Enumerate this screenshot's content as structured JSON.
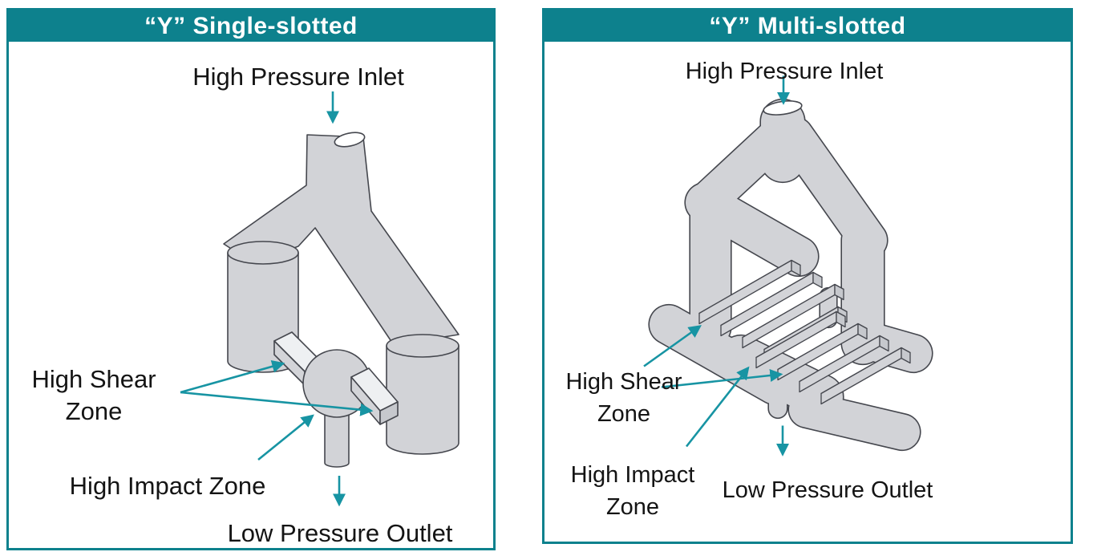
{
  "colors": {
    "teal_header": "#0D818D",
    "arrow_teal": "#1794A3",
    "shape_fill": "#D2D3D7",
    "shape_top_face": "#EEF0F2",
    "shape_outline": "#45474E"
  },
  "left_panel": {
    "title": "“Y” Single-slotted",
    "inlet_label": "High Pressure Inlet",
    "shear_label_line1": "High Shear",
    "shear_label_line2": "Zone",
    "impact_label": "High Impact Zone",
    "outlet_label": "Low Pressure Outlet"
  },
  "right_panel": {
    "title": "“Y” Multi-slotted",
    "inlet_label": "High Pressure Inlet",
    "shear_label_line1": "High Shear",
    "shear_label_line2": "Zone",
    "impact_label_line1": "High Impact",
    "impact_label_line2": "Zone",
    "outlet_label": "Low Pressure Outlet"
  }
}
